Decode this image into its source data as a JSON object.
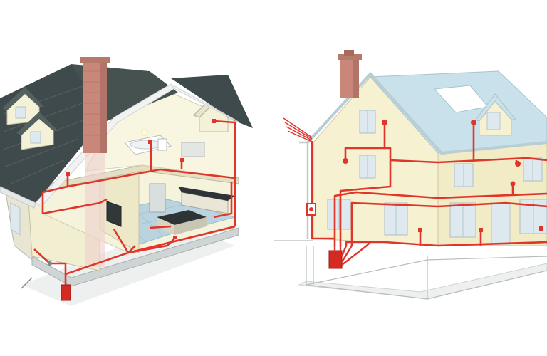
{
  "colors": {
    "background": "#ffffff",
    "wire": "#e0352b",
    "wire_dark": "#b81f18",
    "roof": "#3e4a4c",
    "roof_light": "#5b6668",
    "roof_blue": "#c9e1ea",
    "chimney": "#c9877a",
    "chimney_dark": "#a4665a",
    "wall_cream": "#f6f1d0",
    "wall_cream_dark": "#e6dfb8",
    "window_blue": "#dde9ef",
    "floor_tile": "#b9d3df",
    "ground": "#e9eceb",
    "outline": "#9aa3a5"
  },
  "left_house": {
    "description_icon": "cutaway-house-icon",
    "components": [
      "roof",
      "chimney",
      "interior-rooms",
      "kitchen",
      "wiring",
      "consumer-unit"
    ]
  },
  "right_house": {
    "description_icon": "house-wiring-diagram-icon",
    "components": [
      "roof",
      "chimney",
      "windows",
      "service-cable",
      "wiring-circuits",
      "consumer-unit",
      "foundation"
    ]
  }
}
